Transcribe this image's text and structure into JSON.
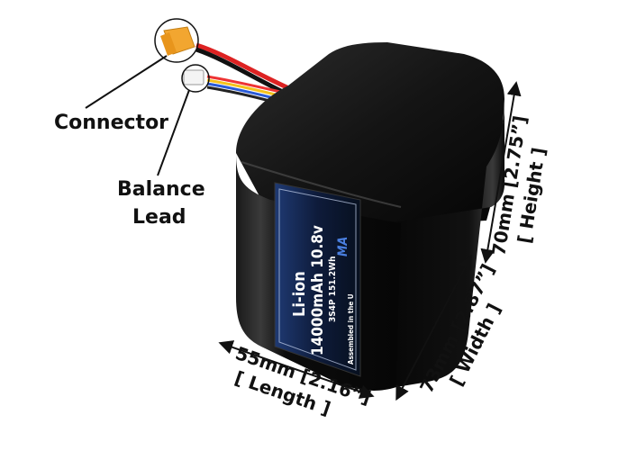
{
  "callouts": {
    "connector": "Connector",
    "balance_lead_line1": "Balance",
    "balance_lead_line2": "Lead"
  },
  "dimensions": {
    "length": {
      "value": "55mm [2.16”]",
      "name": "[ Length ]"
    },
    "width": {
      "value": "73mm [2.87”]",
      "name": "[ Width ]"
    },
    "height": {
      "value": "70mm [2.75”]",
      "name": "[ Height ]"
    }
  },
  "battery_label": {
    "chemistry": "Li-ion",
    "capacity_voltage": "14000mAh 10.8v",
    "config_energy": "3S4P 151.2Wh",
    "origin": "Assembled in the U",
    "brand_logo": "MA"
  },
  "colors": {
    "battery_body": "#0b0b0b",
    "label_blue": "#2b4d8f",
    "connector_yellow": "#f2a630"
  }
}
